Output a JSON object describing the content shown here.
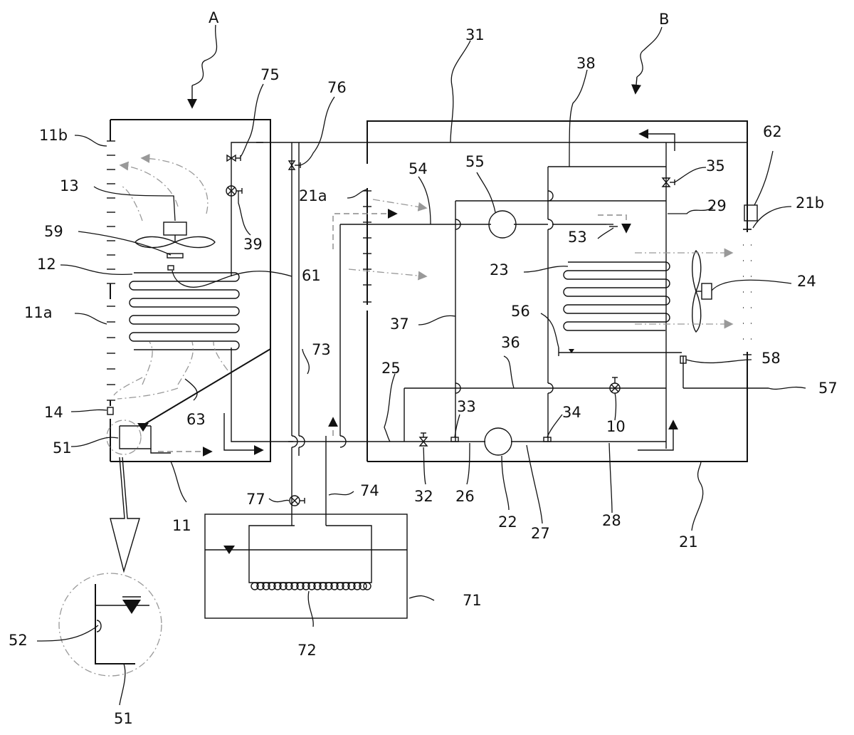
{
  "labels": {
    "A": "A",
    "B": "B",
    "n11b": "11b",
    "n13": "13",
    "n59": "59",
    "n12": "12",
    "n11a": "11a",
    "n14": "14",
    "n51": "51",
    "n11": "11",
    "n75": "75",
    "n76": "76",
    "n39": "39",
    "n61": "61",
    "n63": "63",
    "n73": "73",
    "n77": "77",
    "n74": "74",
    "n31": "31",
    "n38": "38",
    "n21a": "21a",
    "n54": "54",
    "n55": "55",
    "n35": "35",
    "n62": "62",
    "n21b": "21b",
    "n29": "29",
    "n53": "53",
    "n23": "23",
    "n24": "24",
    "n37": "37",
    "n56": "56",
    "n36": "36",
    "n58": "58",
    "n57": "57",
    "n25": "25",
    "n33": "33",
    "n34": "34",
    "n10": "10",
    "n32": "32",
    "n26": "26",
    "n22": "22",
    "n27": "27",
    "n28": "28",
    "n21": "21",
    "n71": "71",
    "n72": "72",
    "n52": "52",
    "n51b": "51"
  }
}
